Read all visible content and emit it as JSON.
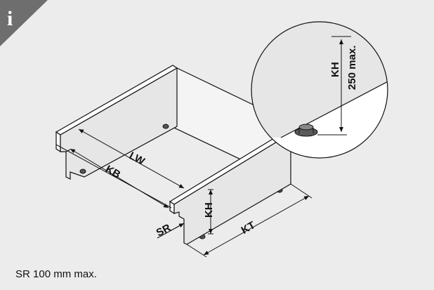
{
  "info_badge": {
    "glyph": "i"
  },
  "labels": {
    "lw": "LW",
    "kb": "KB",
    "kh": "KH",
    "kt": "KT",
    "sr": "SR",
    "detail_kh": "KH",
    "detail_max": "250 max."
  },
  "note": "SR 100 mm max.",
  "colors": {
    "background": "#ececec",
    "panel_face": "#e8e8e8",
    "badge": "#6e6e6e",
    "line": "#111111"
  }
}
